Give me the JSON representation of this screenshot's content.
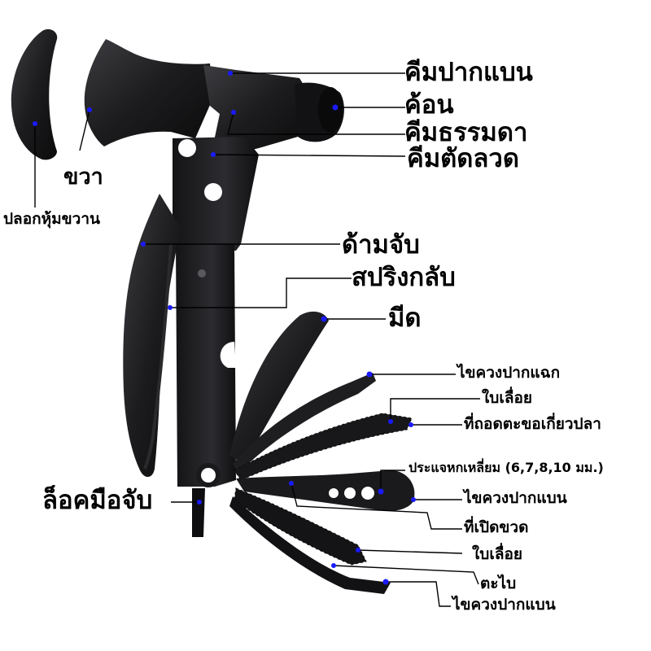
{
  "labels": {
    "flat_nose_pliers": "คีมปากแบน",
    "hammer": "ค้อน",
    "regular_pliers": "คีมธรรมดา",
    "wire_cutter": "คีมตัดลวด",
    "axe": "ขวา",
    "axe_cover": "ปลอกหุ้มขวาน",
    "handle": "ด้ามจับ",
    "spring_clip": "สปริงกลับ",
    "knife": "มีด",
    "phillips_screwdriver": "ไขควงปากแฉก",
    "saw_blade_1": "ใบเลื่อย",
    "fish_scaler": "ที่ถอดตะขอเกี่ยวปลา",
    "hex_wrench": "ประแจหกเหลี่ยม (6,7,8,10 มม.)",
    "flat_screwdriver_1": "ไขควงปากแบน",
    "bottle_opener": "ที่เปิดขวด",
    "saw_blade_2": "ใบเลื่อย",
    "file": "ตะไบ",
    "flat_screwdriver_2": "ไขควงปากแบน",
    "handle_lock": "ล็อคมือจับ"
  },
  "colors": {
    "tool": "#1c1c1e",
    "tool_dark": "#0c0c0d",
    "tool_light": "#3a3a3d",
    "marker": "#1a1aff",
    "leader": "#000000",
    "text": "#000000"
  }
}
